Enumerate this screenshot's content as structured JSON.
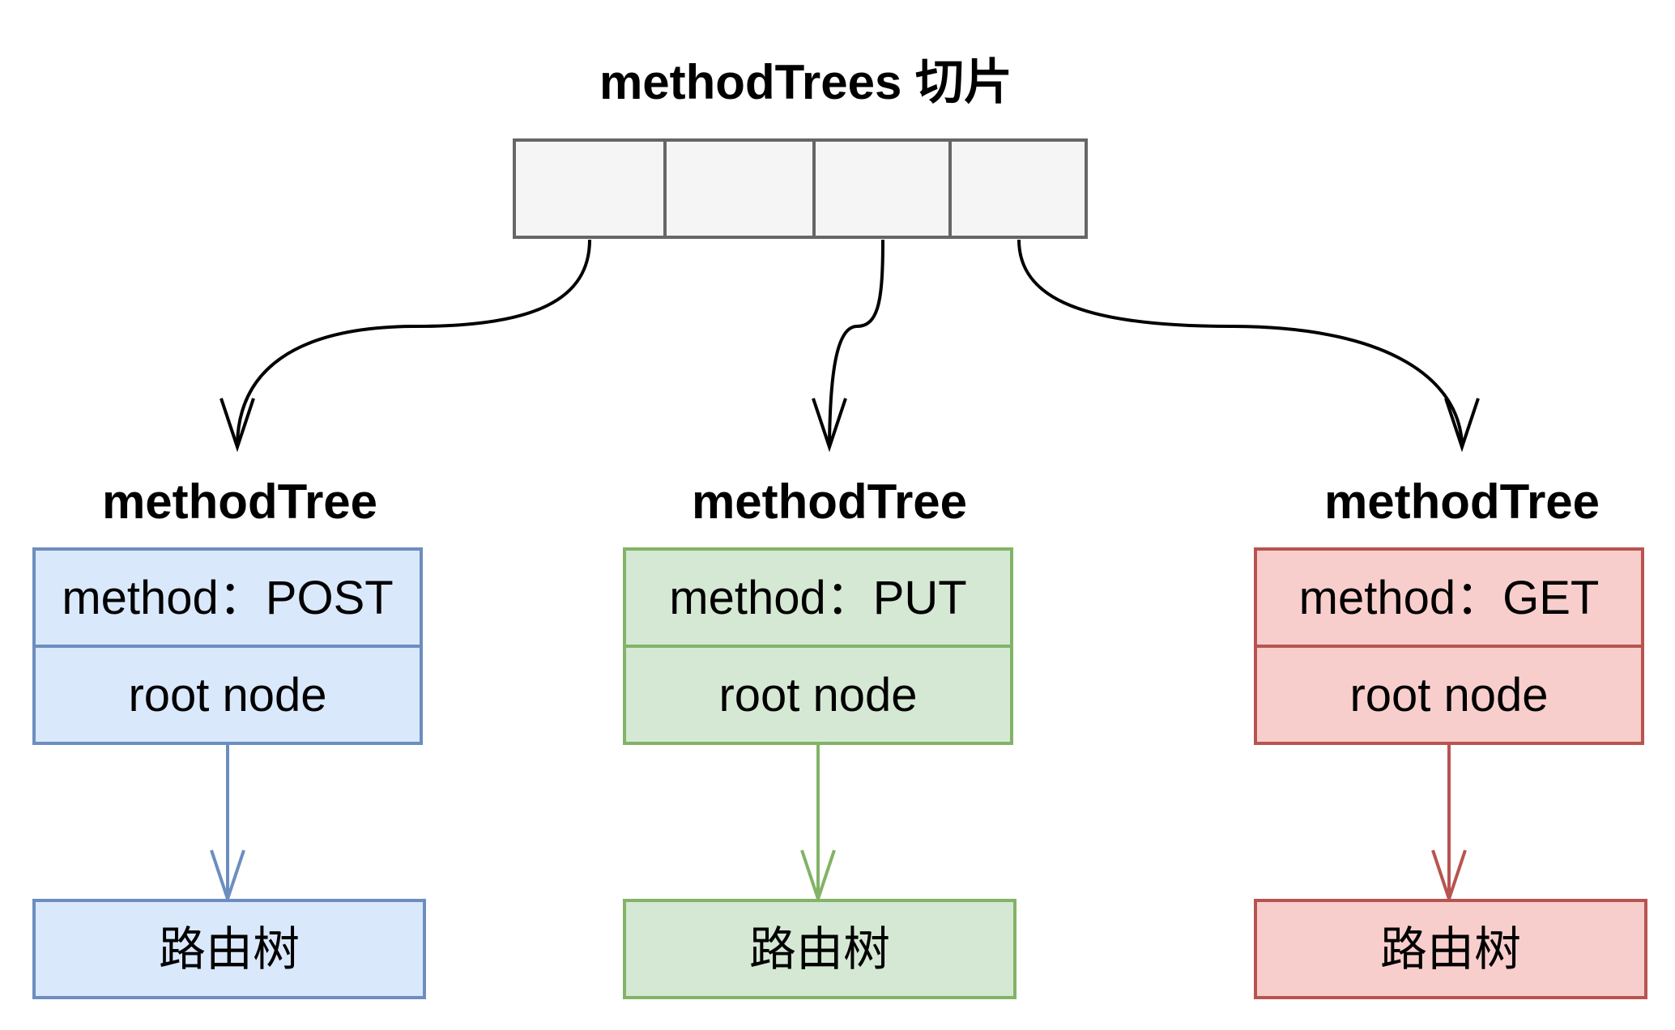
{
  "title": "methodTrees 切片",
  "slice_cells": 4,
  "colors": {
    "slice_fill": "#f5f5f5",
    "slice_stroke": "#666666",
    "connector": "#000000"
  },
  "trees": [
    {
      "heading": "methodTree",
      "method_field": "method：POST",
      "root_field": "root node",
      "child_label": "路由树",
      "fill": "#dae8fc",
      "stroke": "#6c8ebf"
    },
    {
      "heading": "methodTree",
      "method_field": "method：PUT",
      "root_field": "root node",
      "child_label": "路由树",
      "fill": "#d5e8d4",
      "stroke": "#82b366"
    },
    {
      "heading": "methodTree",
      "method_field": "method：GET",
      "root_field": "root node",
      "child_label": "路由树",
      "fill": "#f8cecc",
      "stroke": "#b85450"
    }
  ]
}
